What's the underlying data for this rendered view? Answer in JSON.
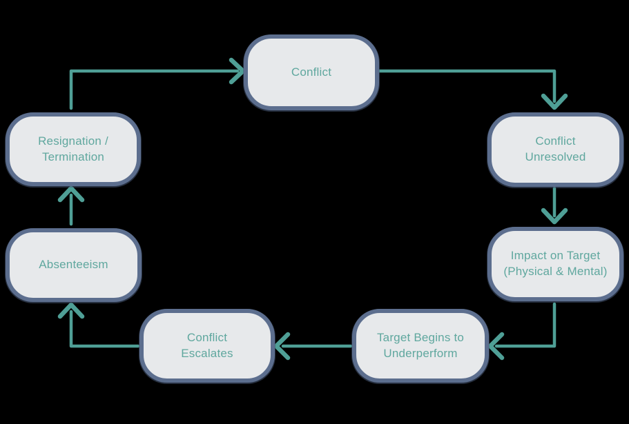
{
  "colors": {
    "background": "#000000",
    "node_fill": "#e7e9eb",
    "node_border": "#5c6e8e",
    "node_text": "#5fa79e",
    "arrow": "#4f9f96"
  },
  "diagram": {
    "type": "cycle-flowchart",
    "nodes": [
      {
        "id": "conflict",
        "label": "Conflict"
      },
      {
        "id": "conflict-unresolved",
        "label": "Conflict\nUnresolved"
      },
      {
        "id": "impact-on-target",
        "label": "Impact on Target\n(Physical & Mental)"
      },
      {
        "id": "target-begins-to-underperform",
        "label": "Target Begins to\nUnderperform"
      },
      {
        "id": "conflict-escalates",
        "label": "Conflict\nEscalates"
      },
      {
        "id": "absenteeism",
        "label": "Absenteeism"
      },
      {
        "id": "resignation-termination",
        "label": "Resignation /\nTermination"
      }
    ],
    "edges": [
      {
        "from": "resignation-termination",
        "to": "conflict"
      },
      {
        "from": "conflict",
        "to": "conflict-unresolved"
      },
      {
        "from": "conflict-unresolved",
        "to": "impact-on-target"
      },
      {
        "from": "impact-on-target",
        "to": "target-begins-to-underperform"
      },
      {
        "from": "target-begins-to-underperform",
        "to": "conflict-escalates"
      },
      {
        "from": "conflict-escalates",
        "to": "absenteeism"
      },
      {
        "from": "absenteeism",
        "to": "resignation-termination"
      }
    ]
  }
}
